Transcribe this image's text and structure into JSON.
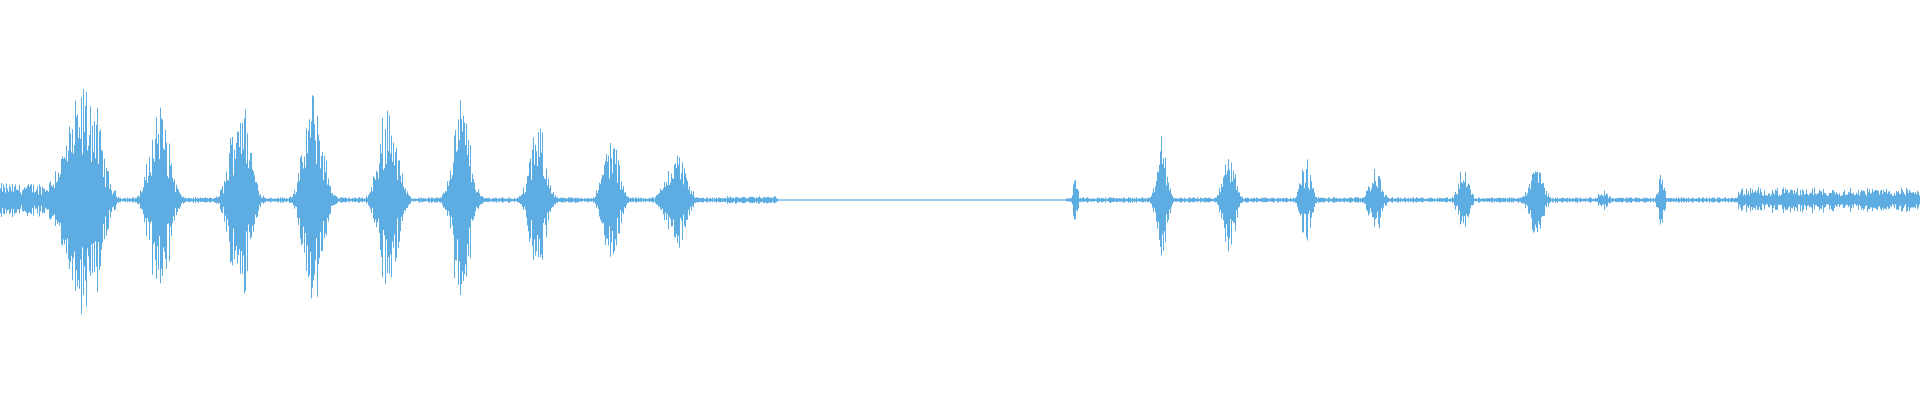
{
  "waveform": {
    "color": "#5dade2",
    "background": "#ffffff",
    "segments": [
      {
        "start": 0.0,
        "end": 1.0,
        "amp": 0.08
      }
    ],
    "bursts": [
      {
        "center": 0.046,
        "width": 0.03,
        "peak": 0.62,
        "rise": "slow"
      },
      {
        "center": 0.083,
        "width": 0.02,
        "peak": 0.54
      },
      {
        "center": 0.125,
        "width": 0.02,
        "peak": 0.6
      },
      {
        "center": 0.163,
        "width": 0.02,
        "peak": 0.58
      },
      {
        "center": 0.202,
        "width": 0.019,
        "peak": 0.55
      },
      {
        "center": 0.24,
        "width": 0.018,
        "peak": 0.56
      },
      {
        "center": 0.28,
        "width": 0.017,
        "peak": 0.4
      },
      {
        "center": 0.318,
        "width": 0.016,
        "peak": 0.36
      },
      {
        "center": 0.352,
        "width": 0.02,
        "peak": 0.28
      },
      {
        "center": 0.56,
        "width": 0.004,
        "peak": 0.18
      },
      {
        "center": 0.605,
        "width": 0.01,
        "peak": 0.36
      },
      {
        "center": 0.64,
        "width": 0.012,
        "peak": 0.3
      },
      {
        "center": 0.68,
        "width": 0.011,
        "peak": 0.22
      },
      {
        "center": 0.716,
        "width": 0.013,
        "peak": 0.18
      },
      {
        "center": 0.762,
        "width": 0.011,
        "peak": 0.19
      },
      {
        "center": 0.8,
        "width": 0.014,
        "peak": 0.2
      },
      {
        "center": 0.835,
        "width": 0.01,
        "peak": 0.06
      },
      {
        "center": 0.865,
        "width": 0.006,
        "peak": 0.18
      }
    ],
    "noise_zones": [
      {
        "start": 0.0,
        "end": 0.025,
        "amp": 0.09
      },
      {
        "start": 0.025,
        "end": 0.375,
        "amp": 0.015
      },
      {
        "start": 0.375,
        "end": 0.405,
        "amp": 0.02
      },
      {
        "start": 0.405,
        "end": 0.555,
        "amp": 0.003
      },
      {
        "start": 0.555,
        "end": 0.905,
        "amp": 0.015
      },
      {
        "start": 0.905,
        "end": 1.0,
        "amp": 0.065
      }
    ]
  }
}
